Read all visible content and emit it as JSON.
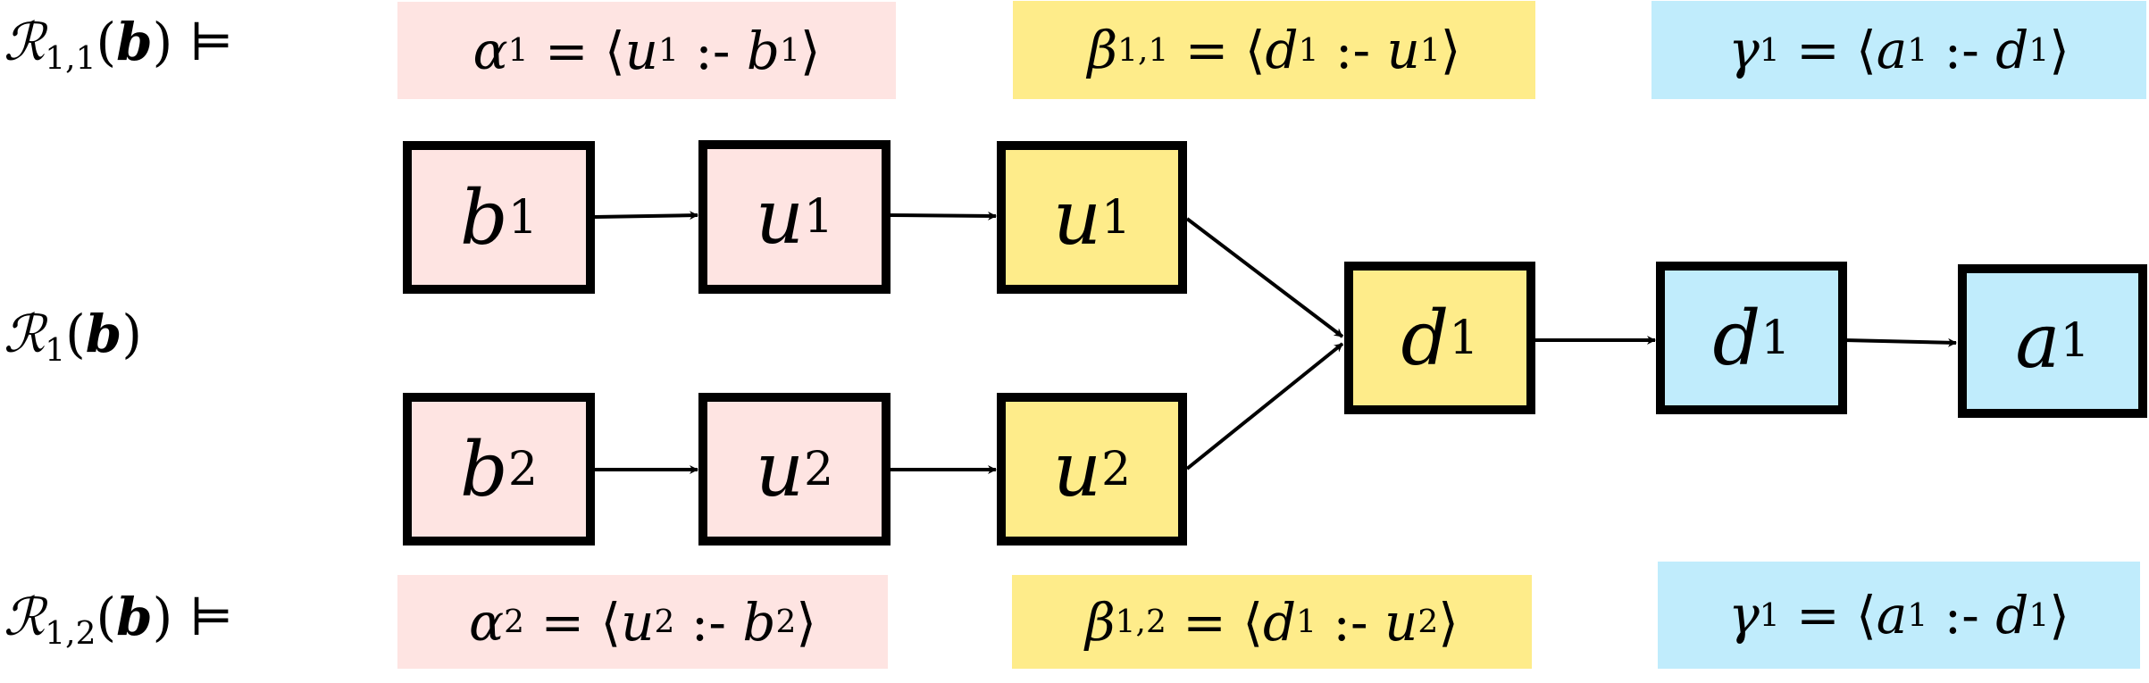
{
  "colors": {
    "alpha": "#fee4e2",
    "beta": "#feec8a",
    "gamma": "#c0ecfc",
    "stroke": "#000000"
  },
  "row_labels": {
    "top": {
      "symbol": "ℛ",
      "sub": "1,1",
      "arg": "b",
      "turnstile": "⊨"
    },
    "middle": {
      "symbol": "ℛ",
      "sub": "1",
      "arg": "b"
    },
    "bottom": {
      "symbol": "ℛ",
      "sub": "1,2",
      "arg": "b",
      "turnstile": "⊨"
    }
  },
  "rules_top": [
    {
      "name": "α",
      "sub": "1",
      "head": "u",
      "head_sub": "1",
      "body": "b",
      "body_sub": "1",
      "color": "alpha"
    },
    {
      "name": "β",
      "sub": "1,1",
      "head": "d",
      "head_sub": "1",
      "body": "u",
      "body_sub": "1",
      "color": "beta"
    },
    {
      "name": "γ",
      "sub": "1",
      "head": "a",
      "head_sub": "1",
      "body": "d",
      "body_sub": "1",
      "color": "gamma"
    }
  ],
  "rules_bottom": [
    {
      "name": "α",
      "sub": "2",
      "head": "u",
      "head_sub": "2",
      "body": "b",
      "body_sub": "2",
      "color": "alpha"
    },
    {
      "name": "β",
      "sub": "1,2",
      "head": "d",
      "head_sub": "1",
      "body": "u",
      "body_sub": "2",
      "color": "beta"
    },
    {
      "name": "γ",
      "sub": "1",
      "head": "a",
      "head_sub": "1",
      "body": "d",
      "body_sub": "1",
      "color": "gamma"
    }
  ],
  "rule_tokens": {
    "eq": "=",
    "open": "⟨",
    "close": "⟩",
    "neck": ":-"
  },
  "nodes": [
    {
      "id": "b1_top",
      "var": "b",
      "sub": "1",
      "color": "alpha"
    },
    {
      "id": "u1_alpha",
      "var": "u",
      "sub": "1",
      "color": "alpha"
    },
    {
      "id": "u1_beta",
      "var": "u",
      "sub": "1",
      "color": "beta"
    },
    {
      "id": "d1_beta",
      "var": "d",
      "sub": "1",
      "color": "beta"
    },
    {
      "id": "d1_gamma",
      "var": "d",
      "sub": "1",
      "color": "gamma"
    },
    {
      "id": "a1_gamma",
      "var": "a",
      "sub": "1",
      "color": "gamma"
    },
    {
      "id": "b2_bottom",
      "var": "b",
      "sub": "2",
      "color": "alpha"
    },
    {
      "id": "u2_alpha",
      "var": "u",
      "sub": "2",
      "color": "alpha"
    },
    {
      "id": "u2_beta",
      "var": "u",
      "sub": "2",
      "color": "beta"
    }
  ],
  "edges": [
    {
      "from": "b1_top",
      "to": "u1_alpha"
    },
    {
      "from": "u1_alpha",
      "to": "u1_beta"
    },
    {
      "from": "u1_beta",
      "to": "d1_beta"
    },
    {
      "from": "d1_beta",
      "to": "d1_gamma"
    },
    {
      "from": "d1_gamma",
      "to": "a1_gamma"
    },
    {
      "from": "b2_bottom",
      "to": "u2_alpha"
    },
    {
      "from": "u2_alpha",
      "to": "u2_beta"
    },
    {
      "from": "u2_beta",
      "to": "d1_beta"
    }
  ]
}
